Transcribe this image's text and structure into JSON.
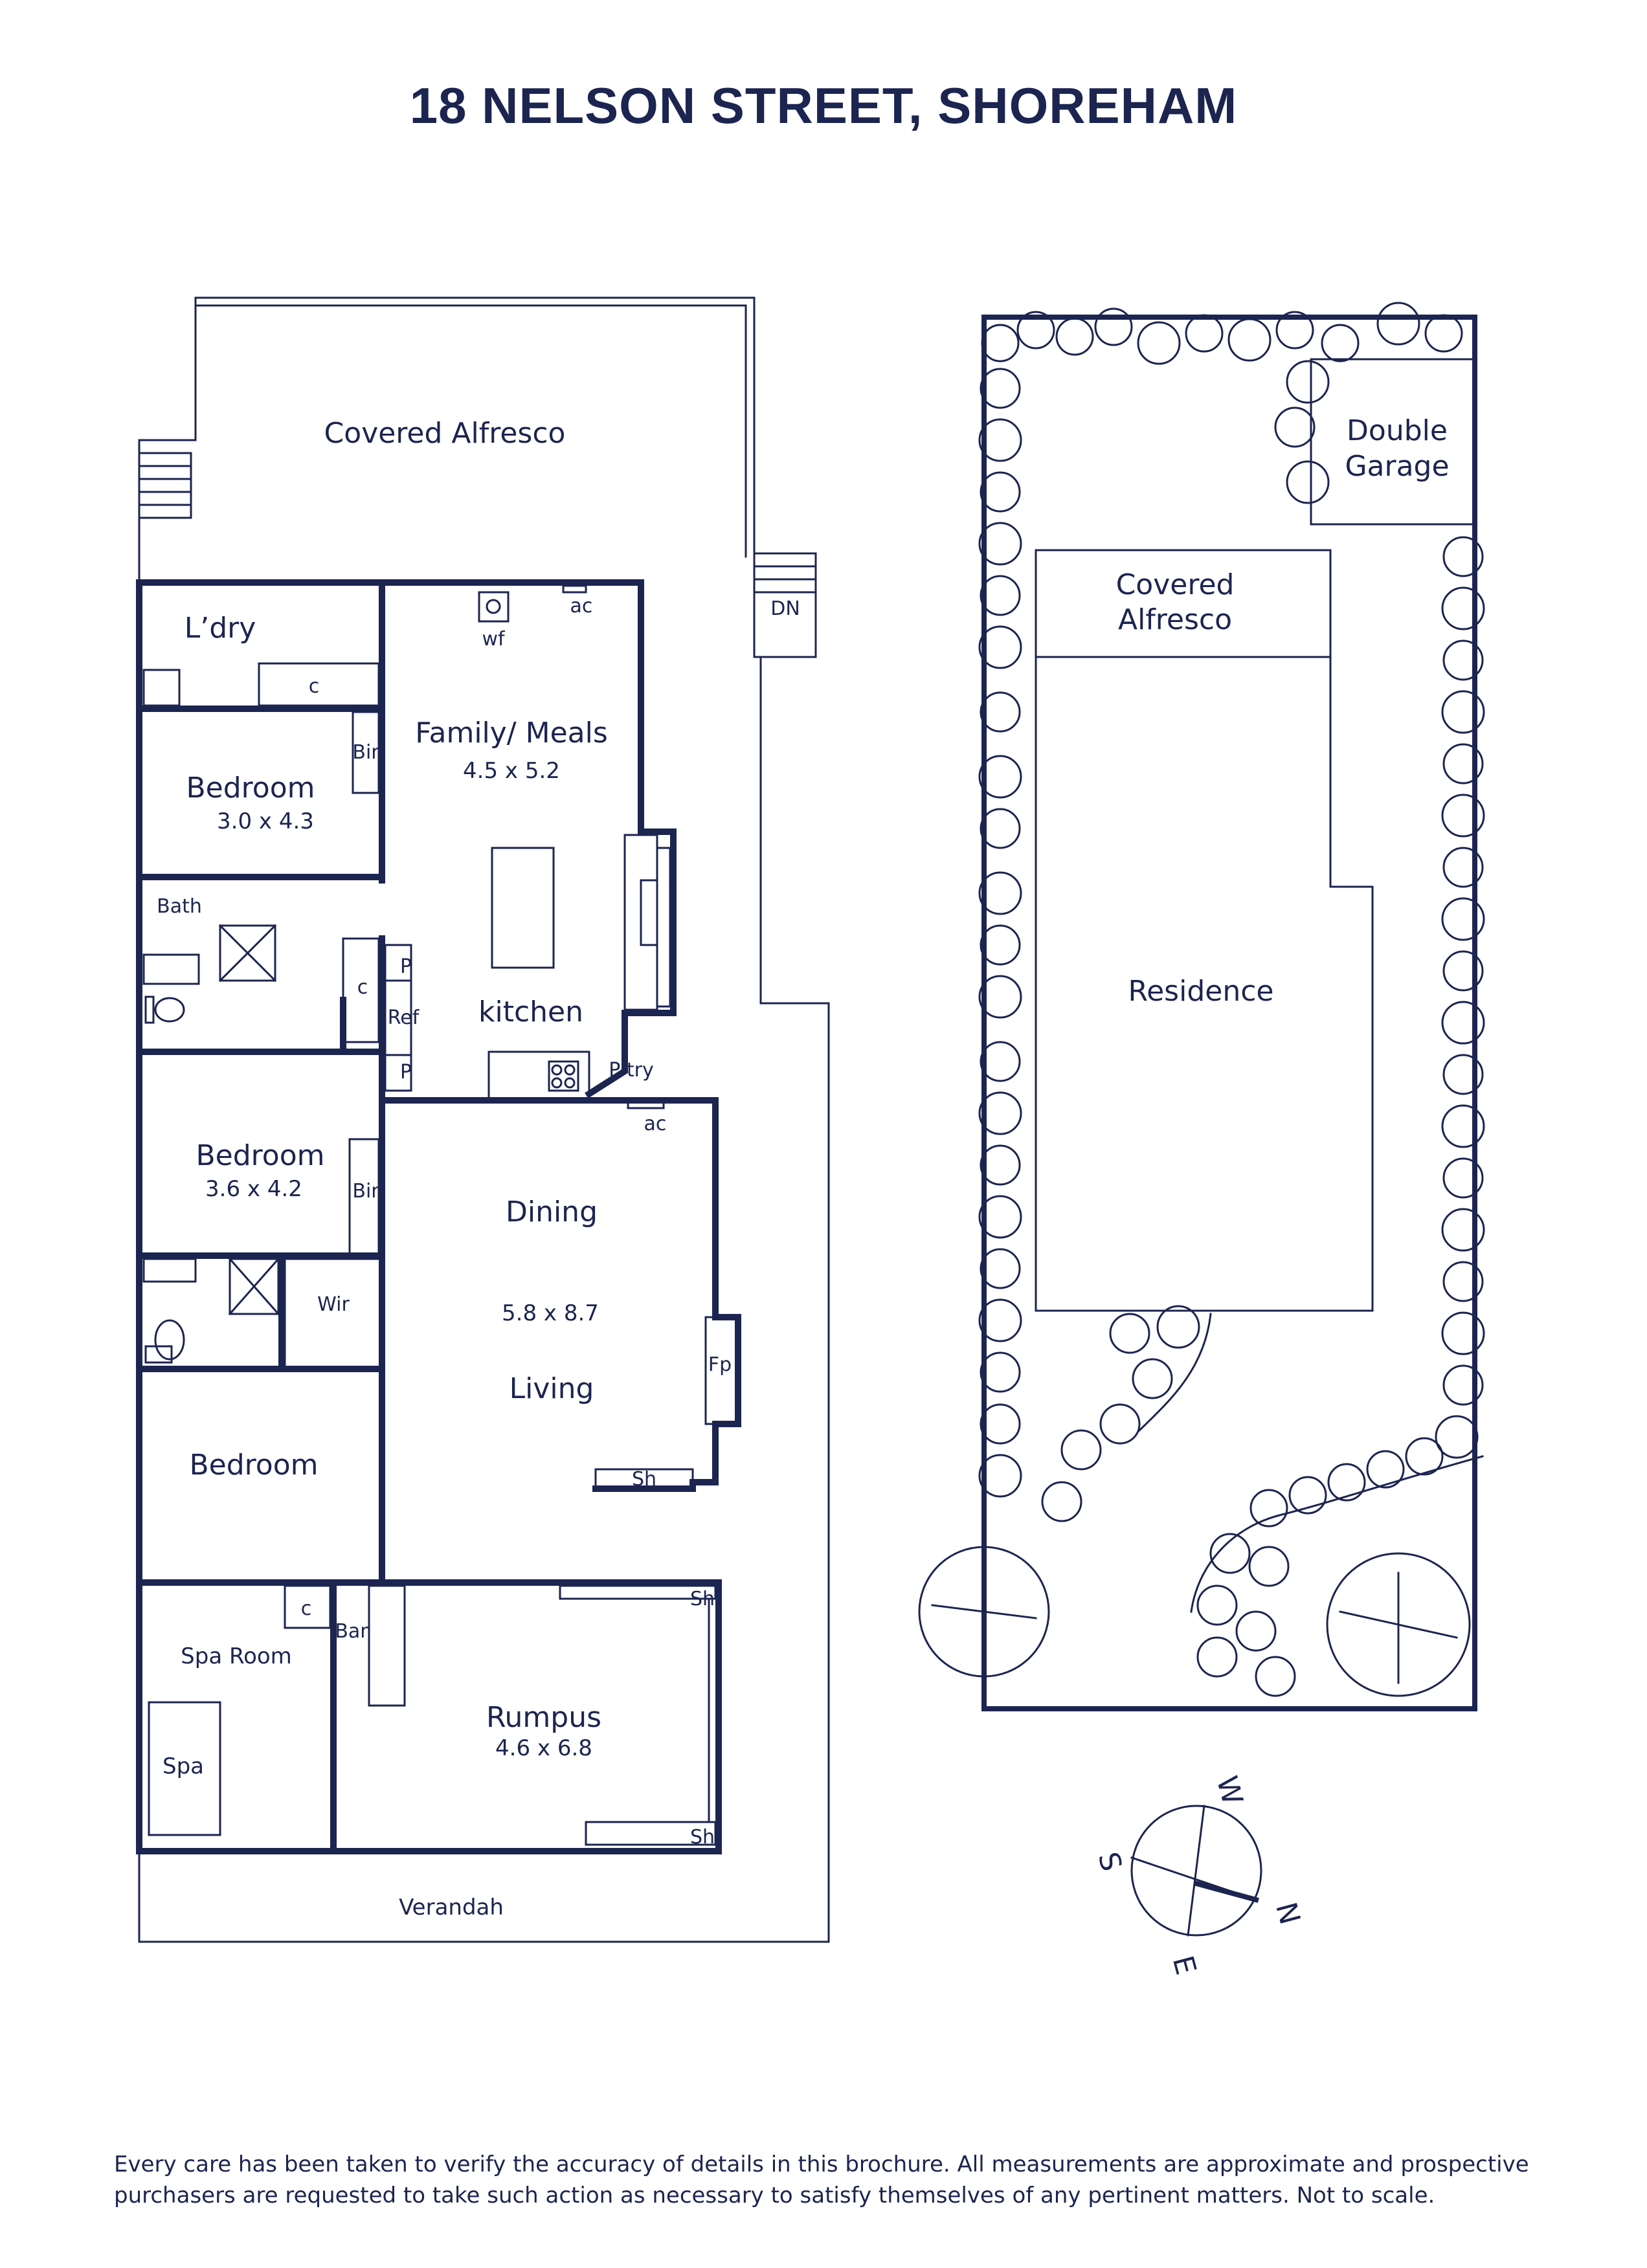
{
  "title": "18 NELSON STREET, SHOREHAM",
  "floorplan": {
    "covered_alfresco": "Covered Alfresco",
    "dn": "DN",
    "laundry": "L’dry",
    "wf": "wf",
    "ac": "ac",
    "c": "c",
    "bir": "Bir",
    "family_meals": "Family/ Meals",
    "family_dims": "4.5 x 5.2",
    "bedroom": "Bedroom",
    "bedroom1_dims": "3.0 x 4.3",
    "bath": "Bath",
    "p": "P",
    "ref": "Ref",
    "kitchen": "kitchen",
    "pantry": "P’try",
    "bedroom2_dims": "3.6 x 4.2",
    "dining": "Dining",
    "dining_dims": "5.8 x 8.7",
    "living": "Living",
    "wir": "Wir",
    "fp": "Fp",
    "sh": "Sh",
    "bar": "Bar",
    "spa_room": "Spa Room",
    "spa": "Spa",
    "rumpus": "Rumpus",
    "rumpus_dims": "4.6 x 6.8",
    "verandah": "Verandah"
  },
  "siteplan": {
    "double": "Double",
    "garage": "Garage",
    "covered": "Covered",
    "alfresco": "Alfresco",
    "residence": "Residence"
  },
  "compass": {
    "w": "W",
    "s": "S",
    "n": "N",
    "e": "E"
  },
  "disclaimer_line1": "Every care has been taken to verify the accuracy of details in this brochure. All measurements are approximate and prospective",
  "disclaimer_line2": "purchasers are requested to take such action as necessary to satisfy themselves of any pertinent matters. Not to scale.",
  "colors": {
    "ink": "#1c2450"
  }
}
